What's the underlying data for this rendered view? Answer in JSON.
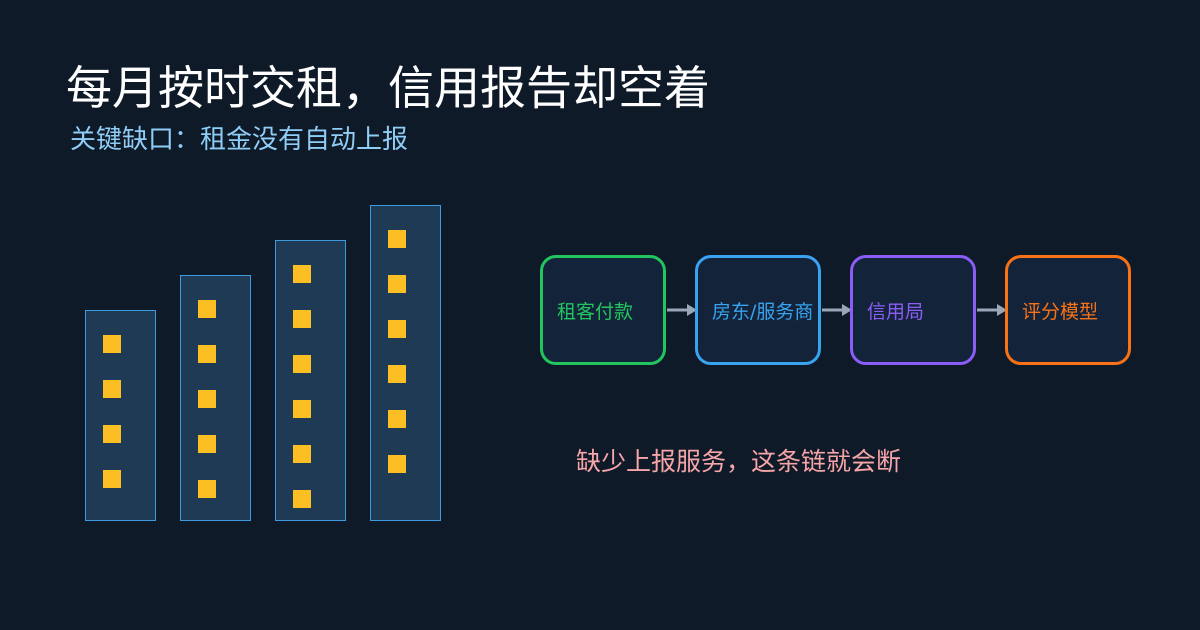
{
  "header": {
    "title": "每月按时交租，信用报告却空着",
    "subtitle": "关键缺口：租金没有自动上报"
  },
  "illustration": {
    "building_count": 4,
    "windows_per_building": [
      4,
      5,
      6,
      6
    ],
    "building_fill": "#1f3a54",
    "building_border": "#3f9be0",
    "window_color": "#fbbf24"
  },
  "flow": {
    "nodes": [
      {
        "label": "租客付款",
        "color": "#22c55e"
      },
      {
        "label": "房东/服务商",
        "color": "#3aa3f0"
      },
      {
        "label": "信用局",
        "color": "#8b5cf6"
      },
      {
        "label": "评分模型",
        "color": "#f97316"
      }
    ],
    "arrow_color": "#9aa7b8"
  },
  "note": {
    "text": "缺少上报服务，这条链就会断",
    "color": "#f6a5a8"
  }
}
